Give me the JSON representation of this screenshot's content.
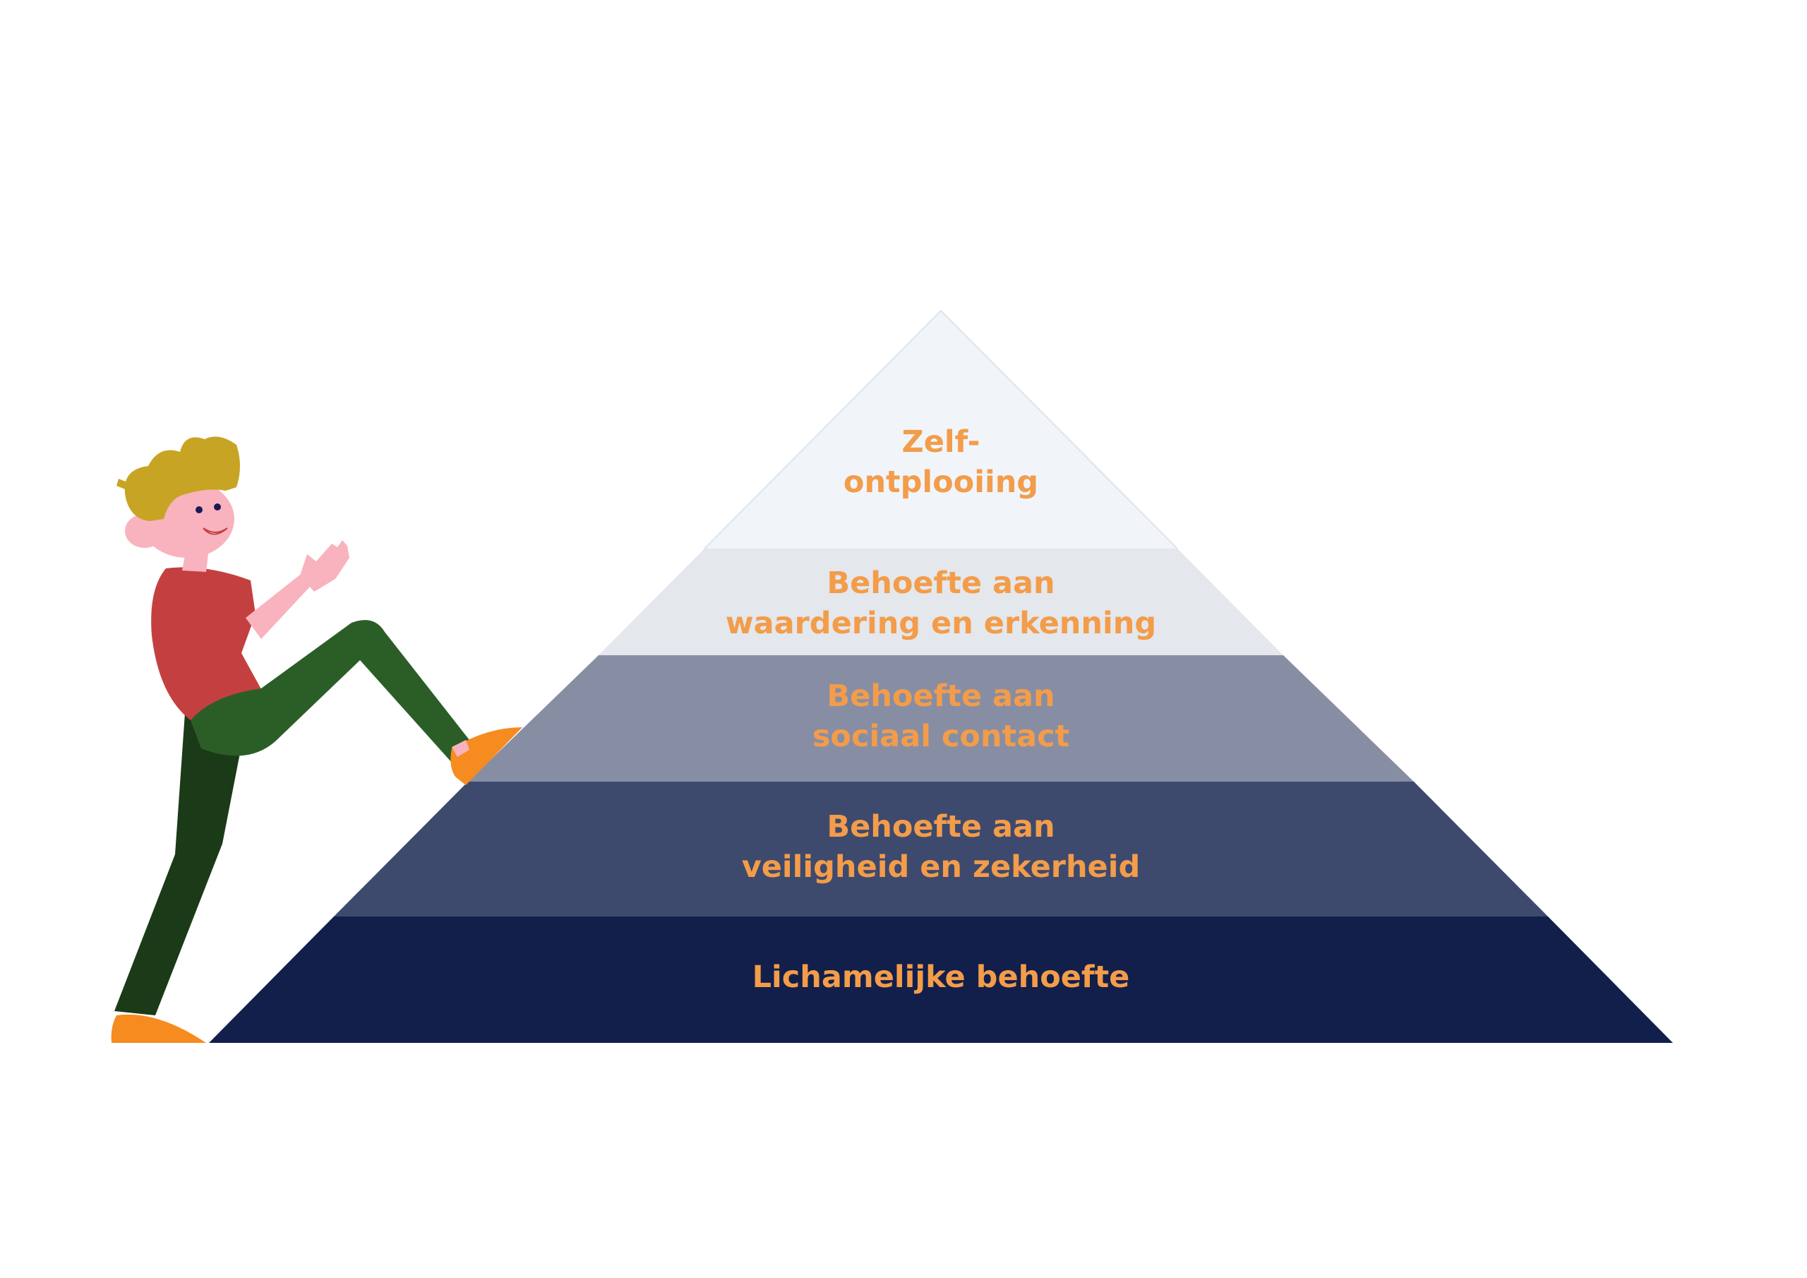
{
  "pyramid": {
    "colors": {
      "text": "#F39C4A",
      "layer_top": "#F1F5FA",
      "layer_2": "#E4E7EC",
      "layer_3": "#878EA4",
      "layer_4": "#3D4A6E",
      "layer_5": "#121F4B",
      "outline": "#DCE4EE"
    },
    "layers": [
      {
        "line1": "Zelf-",
        "line2": "ontplooiing"
      },
      {
        "line1": "Behoefte aan",
        "line2": "waardering en erkenning"
      },
      {
        "line1": "Behoefte aan",
        "line2": "sociaal contact"
      },
      {
        "line1": "Behoefte aan",
        "line2": "veiligheid en zekerheid"
      },
      {
        "line1": "Lichamelijke behoefte"
      }
    ]
  },
  "figure": {
    "description_icon": "climbing-person-illustration",
    "colors": {
      "hair": "#C8A424",
      "skin": "#F9B3BE",
      "shirt": "#C44040",
      "pants_front": "#2B5E27",
      "pants_back": "#1B3A17",
      "shoe": "#F68B1F",
      "eye": "#1A1A55"
    }
  }
}
